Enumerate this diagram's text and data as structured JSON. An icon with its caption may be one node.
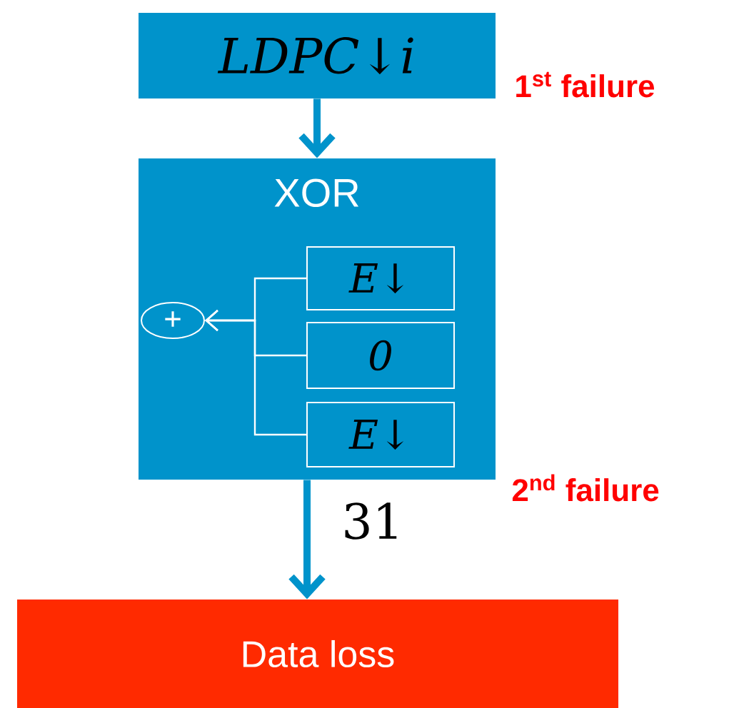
{
  "diagram": {
    "nodes": [
      {
        "text": [
          "LDPC↓i"
        ],
        "beside": [
          "1$^{st}$ failure"
        ]
      },
      {
        "text": [
          "XOR"
        ],
        "beside": [
          "2$^{nd}$ failure"
        ]
      },
      {
        "text": [
          "E↓"
        ],
        "in": 1
      },
      {
        "text": [
          "0"
        ],
        "in": 1
      },
      {
        "text": [
          "E↓"
        ],
        "in": 1
      },
      {
        "text": [
          "+"
        ],
        "in": 1
      },
      {
        "text": [
          "Data loss"
        ]
      }
    ],
    "edges": [
      {
        "from": 0,
        "to": 1,
        "arrow": "to",
        "style": "thick",
        "color": "#0093cb"
      },
      {
        "from": 1,
        "to": 6,
        "arrow": "to",
        "label": "31",
        "style": "thick",
        "color": "#0093cb"
      },
      {
        "from": 2,
        "to": 5,
        "arrow": "to"
      },
      {
        "from": 3,
        "to": 5,
        "arrow": "to"
      },
      {
        "from": 4,
        "to": 5,
        "arrow": "to"
      }
    ]
  }
}
